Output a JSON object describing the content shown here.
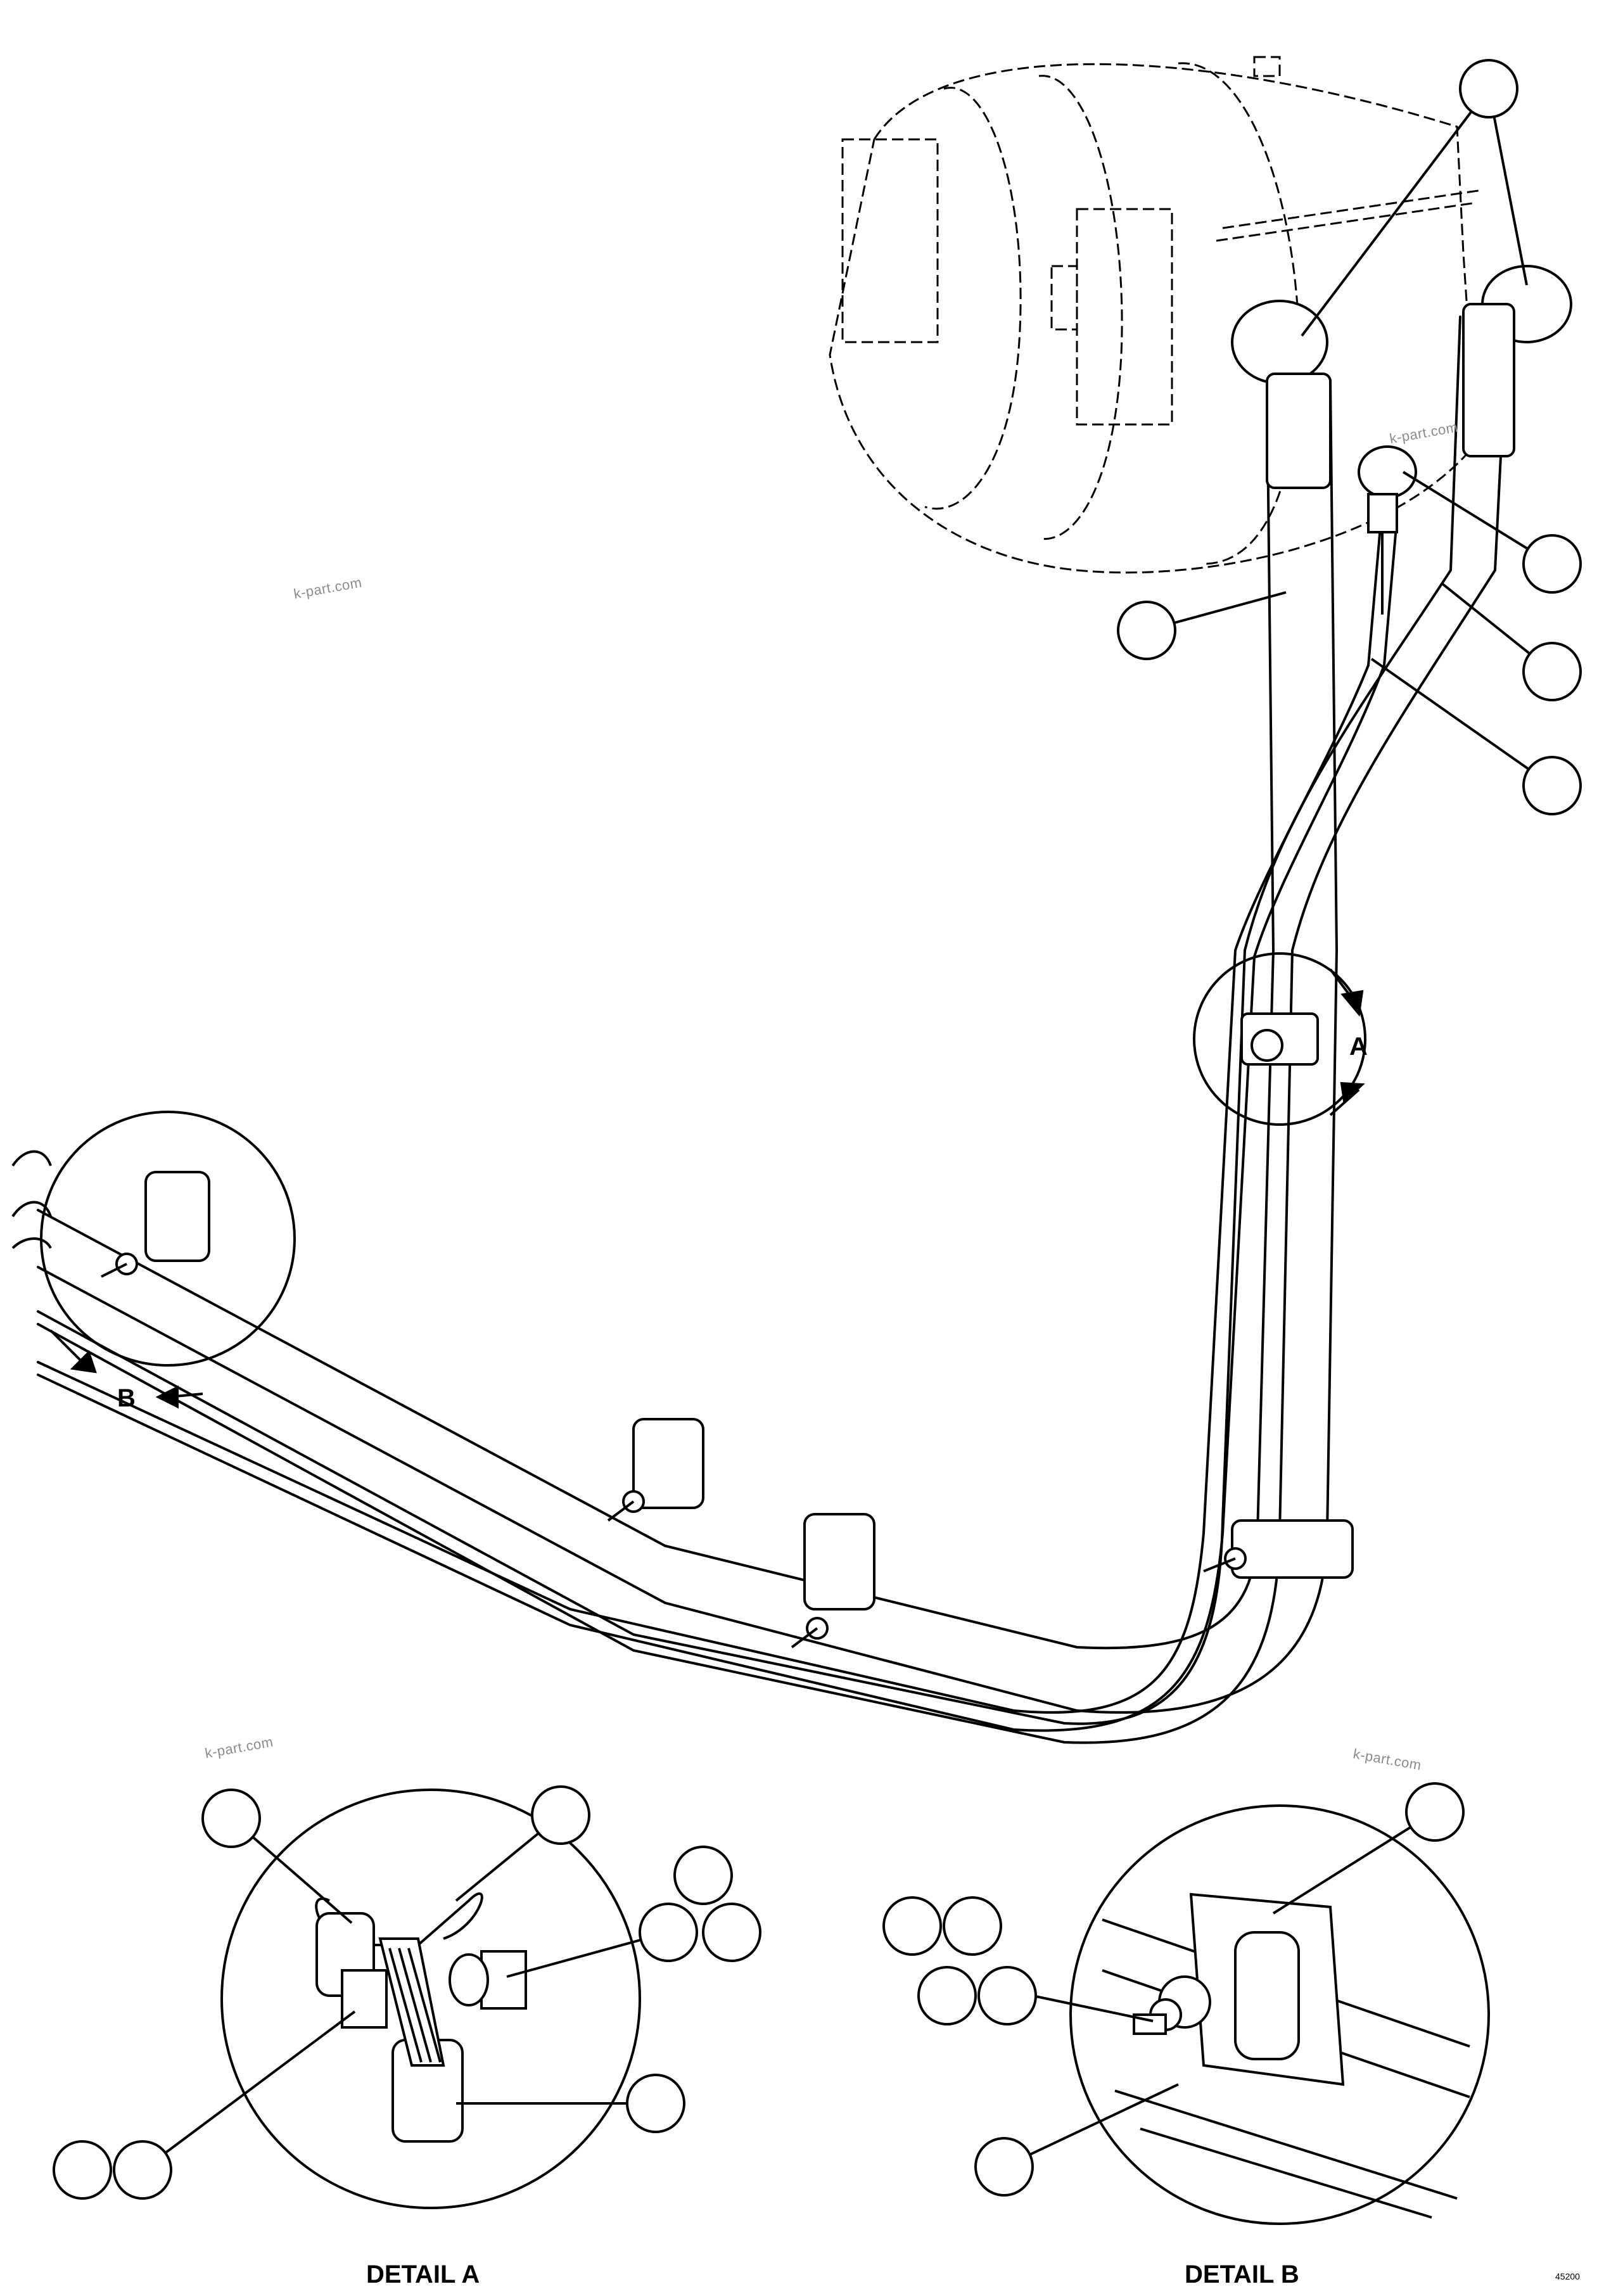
{
  "diagram": {
    "watermarks": [
      "k-part.com",
      "k-part.com",
      "k-part.com",
      "k-part.com"
    ],
    "detail_refs": [
      "A",
      "B"
    ],
    "detail_captions": [
      "DETAIL A",
      "DETAIL B"
    ],
    "figure_code": "45200",
    "callout_count": 22
  },
  "colors": {
    "line": "#000000",
    "watermark": "#8c8c8c",
    "background": "#ffffff"
  }
}
